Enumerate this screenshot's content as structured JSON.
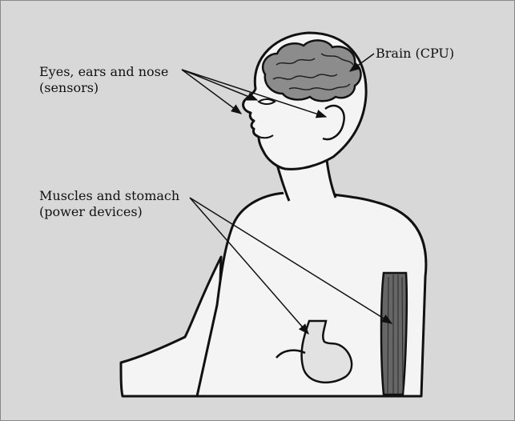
{
  "colors": {
    "background": "#d8d8d8",
    "body_fill": "#f4f4f4",
    "outline": "#111111",
    "brain_fill": "#8c8c8c",
    "muscle_fill": "#666666"
  },
  "labels": {
    "senses": {
      "line1": "Eyes, ears and nose",
      "line2": "(sensors)"
    },
    "brain": {
      "line1": "Brain (CPU)"
    },
    "power": {
      "line1": "Muscles and stomach",
      "line2": "(power devices)"
    }
  }
}
